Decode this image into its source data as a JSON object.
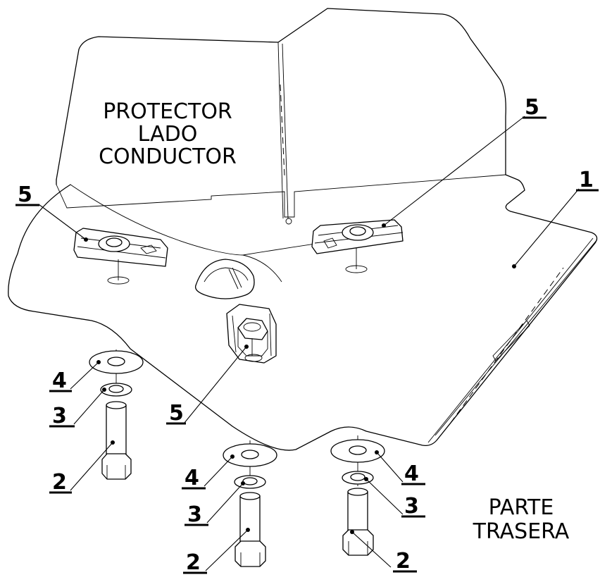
{
  "labels": {
    "protector_line1": "PROTECTOR",
    "protector_line2": "LADO",
    "protector_line3": "CONDUCTOR",
    "rear_line1": "PARTE",
    "rear_line2": "TRASERA"
  },
  "callouts": {
    "plate": "1",
    "bolt_left": "2",
    "bolt_middle": "2",
    "bolt_right": "2",
    "lock_washer_left": "3",
    "lock_washer_middle": "3",
    "lock_washer_right": "3",
    "washer_left": "4",
    "washer_middle": "4",
    "washer_right": "4",
    "clip_nut_left": "5",
    "clip_nut_right": "5",
    "clip_nut_center": "5"
  }
}
